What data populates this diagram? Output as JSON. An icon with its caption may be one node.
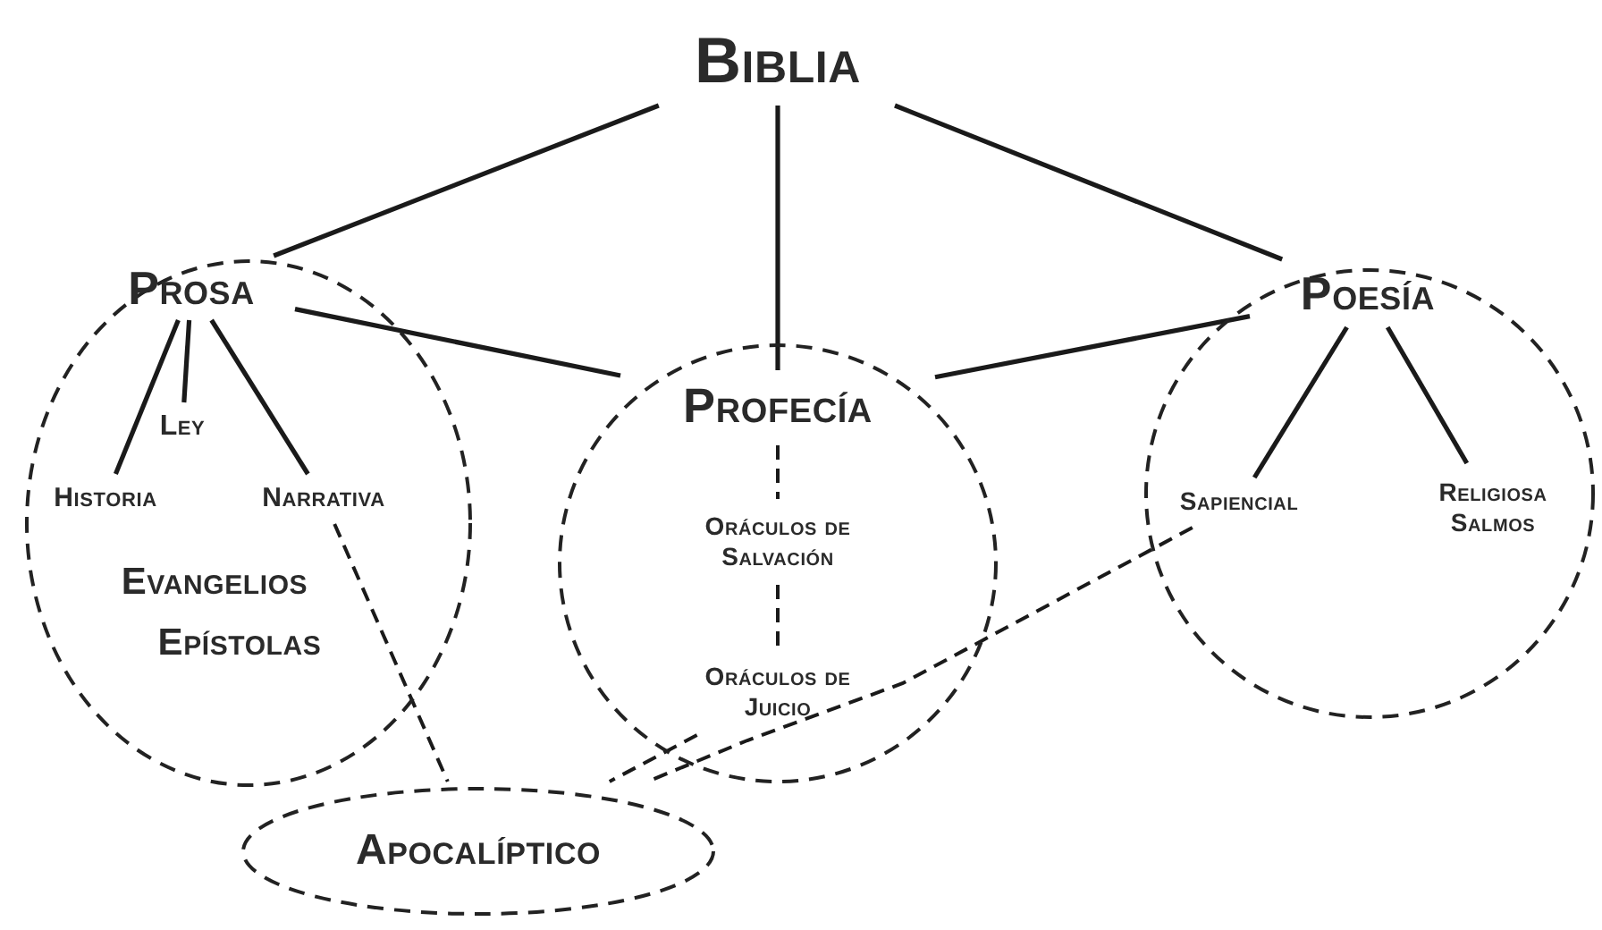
{
  "diagram": {
    "nodes": [
      {
        "text": [
          "Biblia"
        ]
      },
      {
        "text": [],
        "shape": "ellipse"
      },
      {
        "text": [
          "Prosa"
        ],
        "in": 1
      },
      {
        "text": [
          "Ley"
        ],
        "in": 1
      },
      {
        "text": [
          "Historia"
        ],
        "in": 1
      },
      {
        "text": [
          "Narrativa"
        ],
        "in": 1
      },
      {
        "text": [
          "Evangelios"
        ],
        "in": 1
      },
      {
        "text": [
          "Epístolas"
        ],
        "in": 1
      },
      {
        "text": [],
        "shape": "circle"
      },
      {
        "text": [
          "Profecía"
        ],
        "in": 8
      },
      {
        "text": [
          "Oráculos de Salvación"
        ],
        "in": 8
      },
      {
        "text": [
          "Oráculos de Juicio"
        ],
        "in": 8
      },
      {
        "text": [],
        "shape": "circle"
      },
      {
        "text": [
          "Poesía"
        ],
        "in": 12
      },
      {
        "text": [
          "Sapiencial"
        ],
        "in": 12
      },
      {
        "text": [
          "Religiosa Salmos"
        ],
        "in": 12
      },
      {
        "text": [
          "Apocalíptico"
        ]
      }
    ],
    "edges": [
      {
        "from": 0,
        "to": 2,
        "arrow": "none"
      },
      {
        "from": 0,
        "to": 9,
        "arrow": "none"
      },
      {
        "from": 0,
        "to": 13,
        "arrow": "none"
      },
      {
        "from": 2,
        "to": 3,
        "arrow": "none"
      },
      {
        "from": 2,
        "to": 4,
        "arrow": "none"
      },
      {
        "from": 2,
        "to": 5,
        "arrow": "none"
      },
      {
        "from": 2,
        "to": 9,
        "arrow": "none"
      },
      {
        "from": 13,
        "to": 9,
        "arrow": "none"
      },
      {
        "from": 13,
        "to": 14,
        "arrow": "none"
      },
      {
        "from": 13,
        "to": 15,
        "arrow": "none"
      },
      {
        "from": 9,
        "to": 10,
        "arrow": "none",
        "style": "dashed"
      },
      {
        "from": 10,
        "to": 11,
        "arrow": "none",
        "style": "dashed"
      },
      {
        "from": 5,
        "to": 16,
        "arrow": "none",
        "style": "dashed"
      },
      {
        "from": 11,
        "to": 16,
        "arrow": "none",
        "style": "dashed"
      },
      {
        "from": 14,
        "to": 16,
        "arrow": "none",
        "style": "dashed"
      }
    ]
  }
}
